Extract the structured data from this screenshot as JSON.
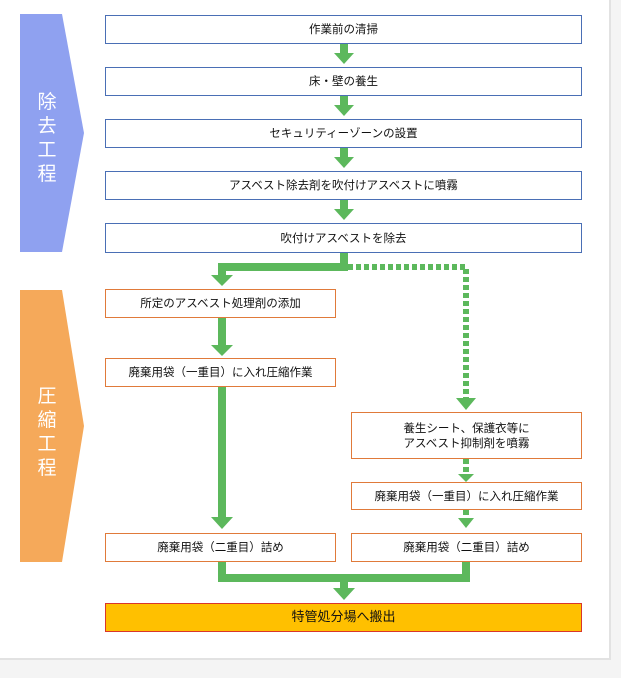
{
  "bands": {
    "removal": {
      "label": [
        "除",
        "去",
        "工",
        "程"
      ],
      "color": "#8fa1f0"
    },
    "compress": {
      "label": [
        "圧",
        "縮",
        "工",
        "程"
      ],
      "color": "#f5a95a"
    }
  },
  "steps": {
    "s1": "作業前の清掃",
    "s2": "床・壁の養生",
    "s3": "セキュリティーゾーンの設置",
    "s4": "アスベスト除去剤を吹付けアスベストに噴霧",
    "s5": "吹付けアスベストを除去",
    "l1": "所定のアスベスト処理剤の添加",
    "l2": "廃棄用袋（一重目）に入れ圧縮作業",
    "l3": "廃棄用袋（二重目）詰め",
    "r1": [
      "養生シート、保護衣等に",
      "アスベスト抑制剤を噴霧"
    ],
    "r2": "廃棄用袋（一重目）に入れ圧縮作業",
    "r3": "廃棄用袋（二重目）詰め",
    "final": "特管処分場へ搬出"
  },
  "colors": {
    "arrow": "#5cb85c",
    "blue_border": "#4a6fb5",
    "orange_border": "#e07a3a",
    "final_fill": "#ffc000",
    "final_border": "#d9362b"
  }
}
